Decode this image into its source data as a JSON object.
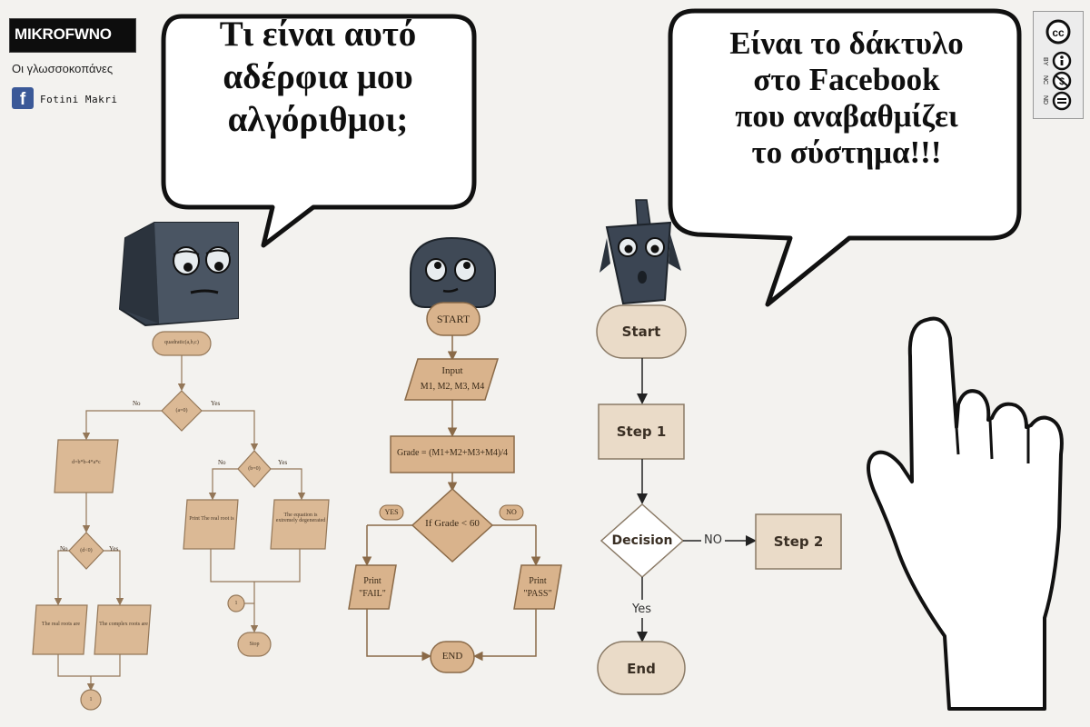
{
  "branding": {
    "logo": "MIKROFWNO",
    "tagline": "Οι γλωσσοκοπάνες",
    "facebook_name": "Fotini Makri"
  },
  "bubble_left": {
    "lines": [
      "Τι είναι αυτό",
      "αδέρφια μου",
      "αλγόριθμοι;"
    ]
  },
  "bubble_right": {
    "lines": [
      "Είναι το δάκτυλο",
      "στο Facebook",
      "που αναβαθμίζει",
      "το σύστημα!!!"
    ]
  },
  "flowchart_middle": {
    "start": "START",
    "input_line1": "Input",
    "input_line2": "M1, M2, M3, M4",
    "grade": "Grade = (M1+M2+M3+M4)/4",
    "decision": "If Grade  < 60",
    "yes": "YES",
    "no": "NO",
    "print_fail_1": "Print",
    "print_fail_2": "\"FAIL\"",
    "print_pass_1": "Print",
    "print_pass_2": "\"PASS\"",
    "end": "END"
  },
  "flowchart_right": {
    "start": "Start",
    "step1": "Step 1",
    "decision": "Decision",
    "no": "NO",
    "step2": "Step 2",
    "yes": "Yes",
    "end": "End"
  },
  "flowchart_left": {
    "top": "quadratic(a,b,c)",
    "no1": "No",
    "yes1": "Yes",
    "d1": "(a=0)",
    "calc": "d=b*b-4*a*c",
    "d2": "(d<0)",
    "d3": "(b=0)",
    "no2": "No",
    "yes2": "Yes",
    "no3": "No",
    "yes3": "Yes",
    "real": "The real roots are",
    "complex": "The complex roots are",
    "print_root": "Print The real root is",
    "degenerate": "The equation is extremely degenerated",
    "stop": "Stop",
    "one_a": "1",
    "one_b": "1"
  },
  "colors": {
    "flow_fill": "#d9b38c",
    "flow_stroke": "#8a6a48",
    "robot_body": "#3b4553",
    "facebook_blue": "#3b5998"
  },
  "icons": {
    "cc_badge": "creative-commons-by-nc-nd-icon",
    "facebook": "facebook-icon",
    "hand": "pointing-hand-icon"
  }
}
